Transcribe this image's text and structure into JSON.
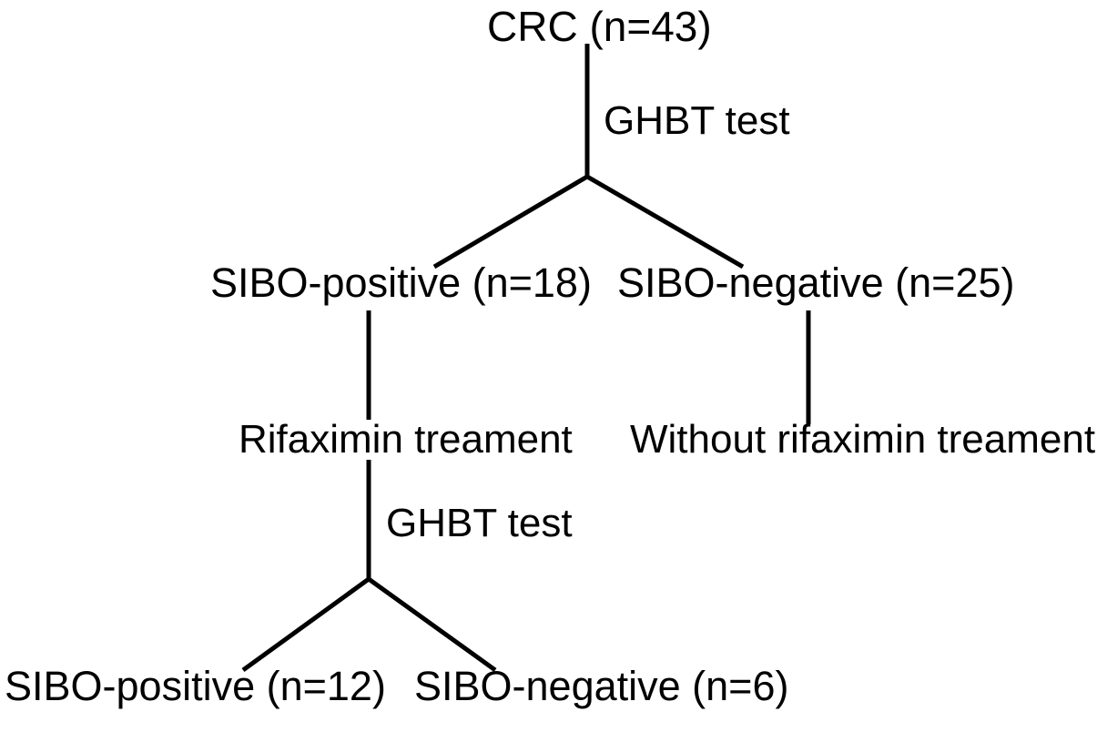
{
  "diagram": {
    "title": "CRC SIBO rifaximin treatment flowchart",
    "stroke_color": "#000000",
    "background_color": "#ffffff",
    "text_color": "#000000",
    "nodes": {
      "root": "CRC (n=43)",
      "level1_left": "SIBO-positive (n=18)",
      "level1_right": "SIBO-negative (n=25)",
      "level2_left": "Rifaximin treament",
      "level2_right": "Without rifaximin treament",
      "level3_left": "SIBO-positive (n=12)",
      "level3_right": "SIBO-negative (n=6)"
    },
    "edge_labels": {
      "first_test": "GHBT test",
      "second_test": "GHBT test"
    }
  },
  "chart_data": {
    "type": "table",
    "title": "CRC SIBO rifaximin treatment flowchart",
    "nodes": [
      {
        "id": "root",
        "label": "CRC (n=43)",
        "group": "CRC",
        "n": 43,
        "level": 0
      },
      {
        "id": "sibo_pos_18",
        "label": "SIBO-positive (n=18)",
        "group": "SIBO-positive",
        "n": 18,
        "level": 1
      },
      {
        "id": "sibo_neg_25",
        "label": "SIBO-negative (n=25)",
        "group": "SIBO-negative",
        "n": 25,
        "level": 1
      },
      {
        "id": "rifaximin",
        "label": "Rifaximin treament",
        "group": "treatment",
        "n": null,
        "level": 2
      },
      {
        "id": "no_rifaximin",
        "label": "Without rifaximin treament",
        "group": "treatment",
        "n": null,
        "level": 2
      },
      {
        "id": "sibo_pos_12",
        "label": "SIBO-positive (n=12)",
        "group": "SIBO-positive",
        "n": 12,
        "level": 3
      },
      {
        "id": "sibo_neg_6",
        "label": "SIBO-negative (n=6)",
        "group": "SIBO-negative",
        "n": 6,
        "level": 3
      }
    ],
    "edges": [
      {
        "from": "root",
        "to": "sibo_pos_18",
        "label": "GHBT test"
      },
      {
        "from": "root",
        "to": "sibo_neg_25",
        "label": "GHBT test"
      },
      {
        "from": "sibo_pos_18",
        "to": "rifaximin",
        "label": ""
      },
      {
        "from": "sibo_neg_25",
        "to": "no_rifaximin",
        "label": ""
      },
      {
        "from": "rifaximin",
        "to": "sibo_pos_12",
        "label": "GHBT test"
      },
      {
        "from": "rifaximin",
        "to": "sibo_neg_6",
        "label": "GHBT test"
      }
    ]
  }
}
